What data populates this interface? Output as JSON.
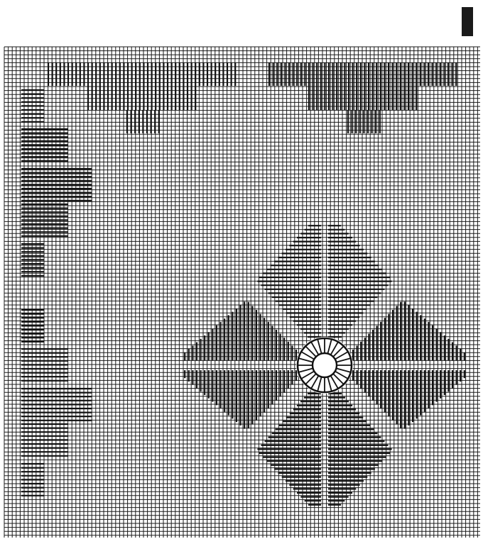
{
  "title": "",
  "diagram": {
    "type": "needlepoint stitch chart",
    "grid": "on",
    "motifs": [
      "border-band-top-left",
      "border-band-top-right",
      "border-band-left-upper",
      "border-band-left-lower",
      "flower-motif-bottom-right"
    ],
    "flower_center": "eyelet stitch",
    "colors": {
      "background": "#ffffff",
      "grid_line": "#1a1a1a",
      "stitch": "#111111",
      "corner_tab": "#1a1a1a"
    }
  }
}
